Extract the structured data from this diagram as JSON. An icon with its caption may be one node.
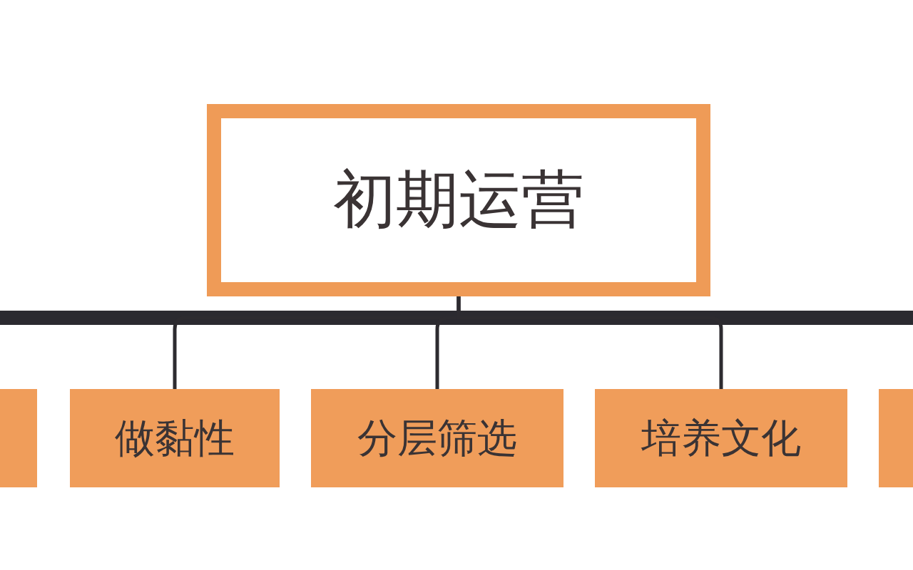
{
  "diagram": {
    "nodes": [
      {
        "text": [
          "初期运营"
        ]
      },
      {
        "text": [],
        "shape": "box"
      },
      {
        "text": [
          "做黏性"
        ]
      },
      {
        "text": [
          "分层筛选"
        ]
      },
      {
        "text": [
          "培养文化"
        ]
      },
      {
        "text": [],
        "shape": "box"
      }
    ],
    "edges": [
      {
        "from": 0,
        "to": 2,
        "arrow": "none"
      },
      {
        "from": 0,
        "to": 3,
        "arrow": "none"
      },
      {
        "from": 0,
        "to": 4,
        "arrow": "none"
      }
    ]
  }
}
